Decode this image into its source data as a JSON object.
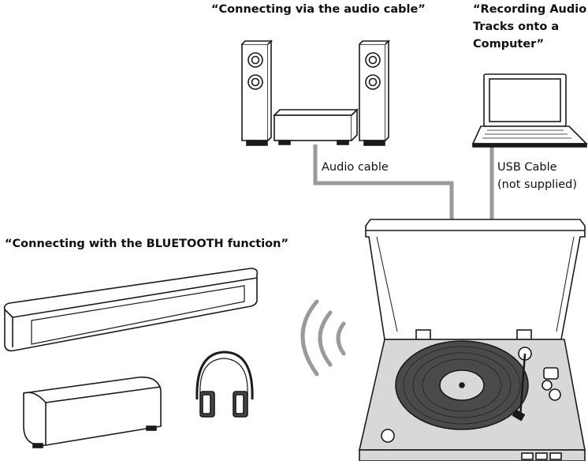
{
  "captions": {
    "audio_cable_section": "“Connecting via the audio cable”",
    "recording_line1": "“Recording Audio",
    "recording_line2": "Tracks onto a",
    "recording_line3": "Computer”",
    "bluetooth_section": "“Connecting with the BLUETOOTH function”"
  },
  "cable_labels": {
    "audio_cable": "Audio cable",
    "usb_cable_line1": "USB Cable",
    "usb_cable_line2": "(not supplied)"
  },
  "colors": {
    "cable": "#9a9a9a",
    "outline": "#1a1a1a",
    "turntable_base": "#d8d8d8",
    "record": "#4a4a4a",
    "device_fill": "#ffffff"
  },
  "icons": [
    "speaker-icon",
    "amplifier-icon",
    "laptop-icon",
    "soundbar-icon",
    "wireless-speaker-icon",
    "headphones-icon",
    "bluetooth-waves-icon",
    "turntable-icon"
  ]
}
